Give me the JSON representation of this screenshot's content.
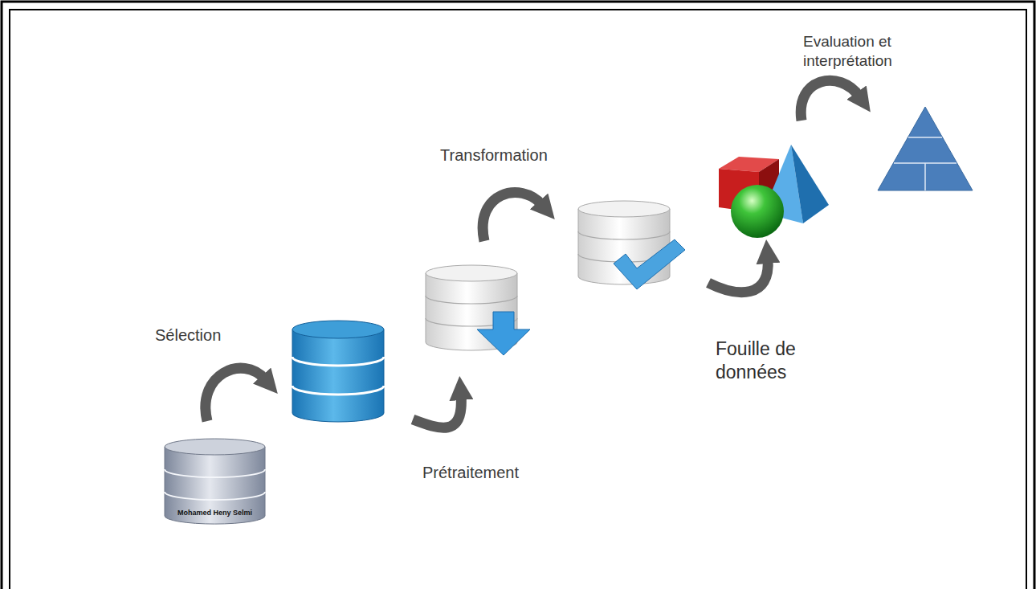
{
  "diagram": {
    "labels": [
      "Sélection",
      "Prétraitement",
      "Transformation",
      "Fouille de données",
      "Evaluation et interprétation",
      "Mohamed Heny Selmi"
    ]
  }
}
